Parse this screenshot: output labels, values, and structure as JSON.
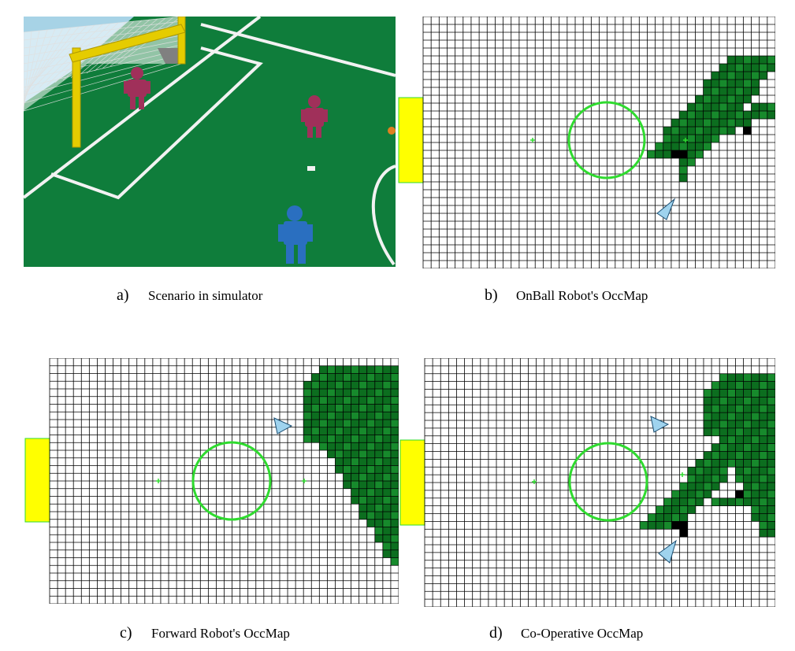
{
  "panels": [
    {
      "id": "a",
      "letter": "a)",
      "caption": "Scenario in simulator"
    },
    {
      "id": "b",
      "letter": "b)",
      "caption": "OnBall Robot's OccMap"
    },
    {
      "id": "c",
      "letter": "c)",
      "caption": "Forward Robot's OccMap"
    },
    {
      "id": "d",
      "letter": "d)",
      "caption": "Co-Operative OccMap"
    }
  ],
  "colors": {
    "field_green": "#0e7d3a",
    "occupied_dark": "#0c6e1f",
    "occupied_mid": "#178a2c",
    "occupied_light": "#2ba33e",
    "robot_cell": "#000000",
    "goal_yellow": "#ffff00",
    "circle_green": "#2fdb2f",
    "robot_triangle": "#9fd3ee",
    "opponent_robot": "#a0305a",
    "own_robot": "#2a6fc0",
    "ball": "#e08020",
    "goal_post": "#e6d000"
  }
}
